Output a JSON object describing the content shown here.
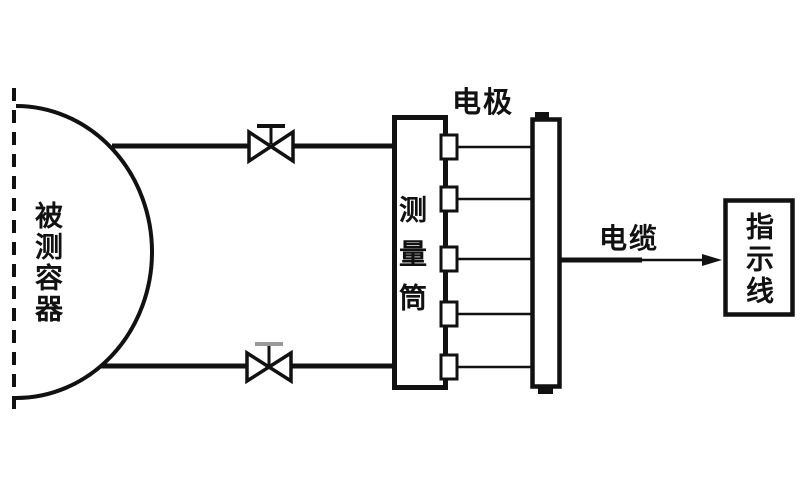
{
  "diagram": {
    "title": "electrode-level-measurement-schematic",
    "labels": {
      "vessel": "被测容器",
      "electrode": "电极",
      "measuring_cylinder": "测量筒",
      "cable": "电缆",
      "indicator": "指示线"
    },
    "components": {
      "valve_count": 2,
      "electrode_tab_count": 5
    },
    "colors": {
      "line": "#111111",
      "background": "#ffffff",
      "valve_handle_gray": "#999999"
    }
  }
}
